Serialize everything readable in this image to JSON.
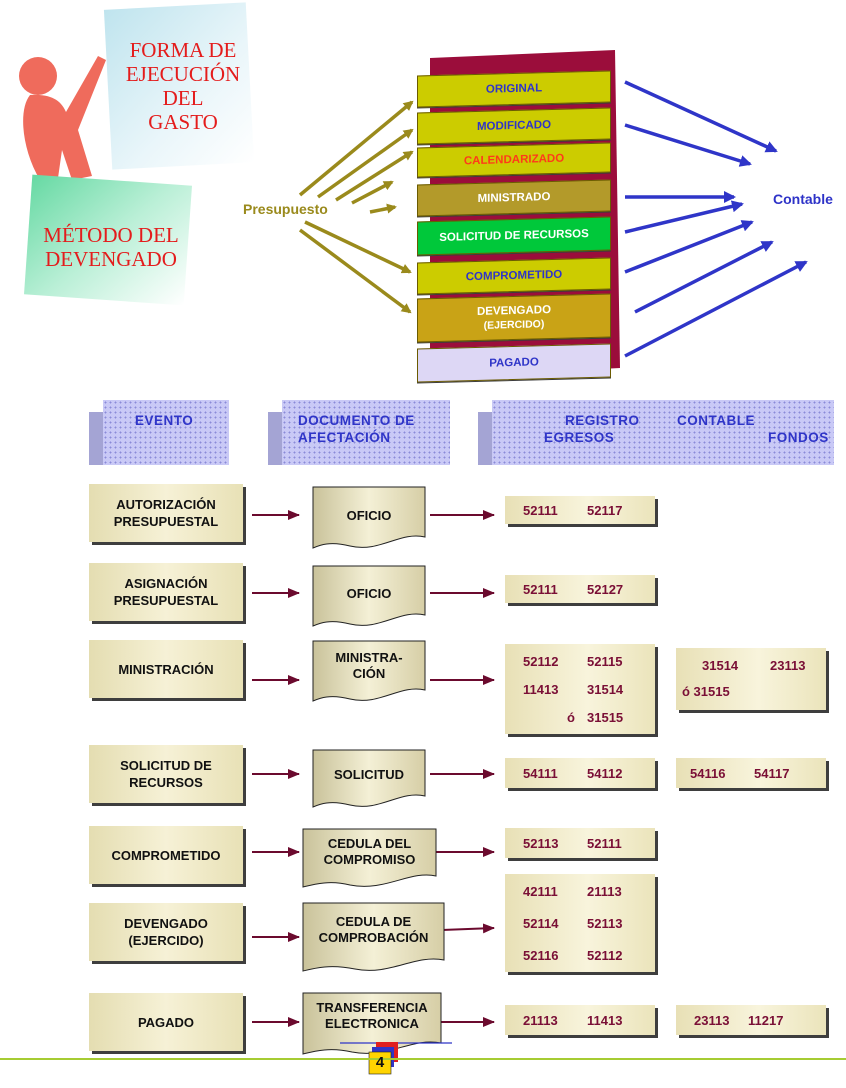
{
  "title": {
    "lines": [
      "FORMA DE",
      "EJECUCIÓN",
      "DEL",
      "GASTO"
    ],
    "method_lines": [
      "MÉTODO DEL",
      "DEVENGADO"
    ]
  },
  "flow": {
    "source": "Presupuesto",
    "target": "Contable",
    "stages": [
      {
        "label": "ORIGINAL",
        "color": "#2f35c8",
        "fill": "#cccc00"
      },
      {
        "label": "MODIFICADO",
        "color": "#2f35c8",
        "fill": "#cccc00"
      },
      {
        "label": "CALENDARIZADO",
        "color": "#ff3a1a",
        "fill": "#cccc00"
      },
      {
        "label": "MINISTRADO",
        "color": "#ffffff",
        "fill": "#b39a2a"
      },
      {
        "label": "SOLICITUD DE RECURSOS",
        "color": "#ffffff",
        "fill": "#00c83a"
      },
      {
        "label": "COMPROMETIDO",
        "color": "#2f35c8",
        "fill": "#cccc00"
      },
      {
        "label": "DEVENGADO",
        "label2": "(EJERCIDO)",
        "color": "#ffffff",
        "fill": "#c9a316"
      },
      {
        "label": "PAGADO",
        "color": "#2f35c8",
        "fill": "#ddd7f5"
      }
    ]
  },
  "headers": {
    "evento": "EVENTO",
    "documento_1": "DOCUMENTO DE",
    "documento_2": "AFECTACIÓN",
    "registro": "REGISTRO",
    "contable": "CONTABLE",
    "egresos": "EGRESOS",
    "fondos": "FONDOS"
  },
  "rows": [
    {
      "event": [
        "AUTORIZACIÓN",
        "PRESUPUESTAL"
      ],
      "doc": [
        "OFICIO"
      ],
      "egresos": [
        [
          "52111",
          "52117"
        ]
      ],
      "fondos": []
    },
    {
      "event": [
        "ASIGNACIÓN",
        "PRESUPUESTAL"
      ],
      "doc": [
        "OFICIO"
      ],
      "egresos": [
        [
          "52111",
          "52127"
        ]
      ],
      "fondos": []
    },
    {
      "event": [
        "MINISTRACIÓN"
      ],
      "doc": [
        "MINISTRA-",
        "CIÓN"
      ],
      "egresos": [
        [
          "52112",
          "52115"
        ],
        [
          "11413",
          "31514"
        ],
        [
          "ó",
          "31515"
        ]
      ],
      "fondos": [
        [
          "31514",
          "23113"
        ],
        [
          "ó 31515",
          ""
        ]
      ]
    },
    {
      "event": [
        "SOLICITUD DE",
        "RECURSOS"
      ],
      "doc": [
        "SOLICITUD"
      ],
      "egresos": [
        [
          "54111",
          "54112"
        ]
      ],
      "fondos": [
        [
          "54116",
          "54117"
        ]
      ]
    },
    {
      "event": [
        "COMPROMETIDO"
      ],
      "doc": [
        "CEDULA DEL",
        "COMPROMISO"
      ],
      "egresos": [
        [
          "52113",
          "52111"
        ]
      ],
      "fondos": []
    },
    {
      "event": [
        "DEVENGADO",
        "(EJERCIDO)"
      ],
      "doc": [
        "CEDULA DE",
        "COMPROBACIÓN"
      ],
      "egresos": [
        [
          "42111",
          "21113"
        ],
        [
          "52114",
          "52113"
        ],
        [
          "52116",
          "52112"
        ]
      ],
      "fondos": []
    },
    {
      "event": [
        "PAGADO"
      ],
      "doc": [
        "TRANSFERENCIA",
        "ELECTRONICA"
      ],
      "egresos": [
        [
          "21113",
          "11413"
        ]
      ],
      "fondos": [
        [
          "23113",
          "11217"
        ]
      ]
    }
  ],
  "page_number": "4",
  "colors": {
    "arrow_olive": "#9a8a1c",
    "arrow_blue": "#2f35c8",
    "arrow_maroon": "#6b0a2e",
    "stack_back": "#9b0d3b",
    "footer": "#a6cc33"
  }
}
